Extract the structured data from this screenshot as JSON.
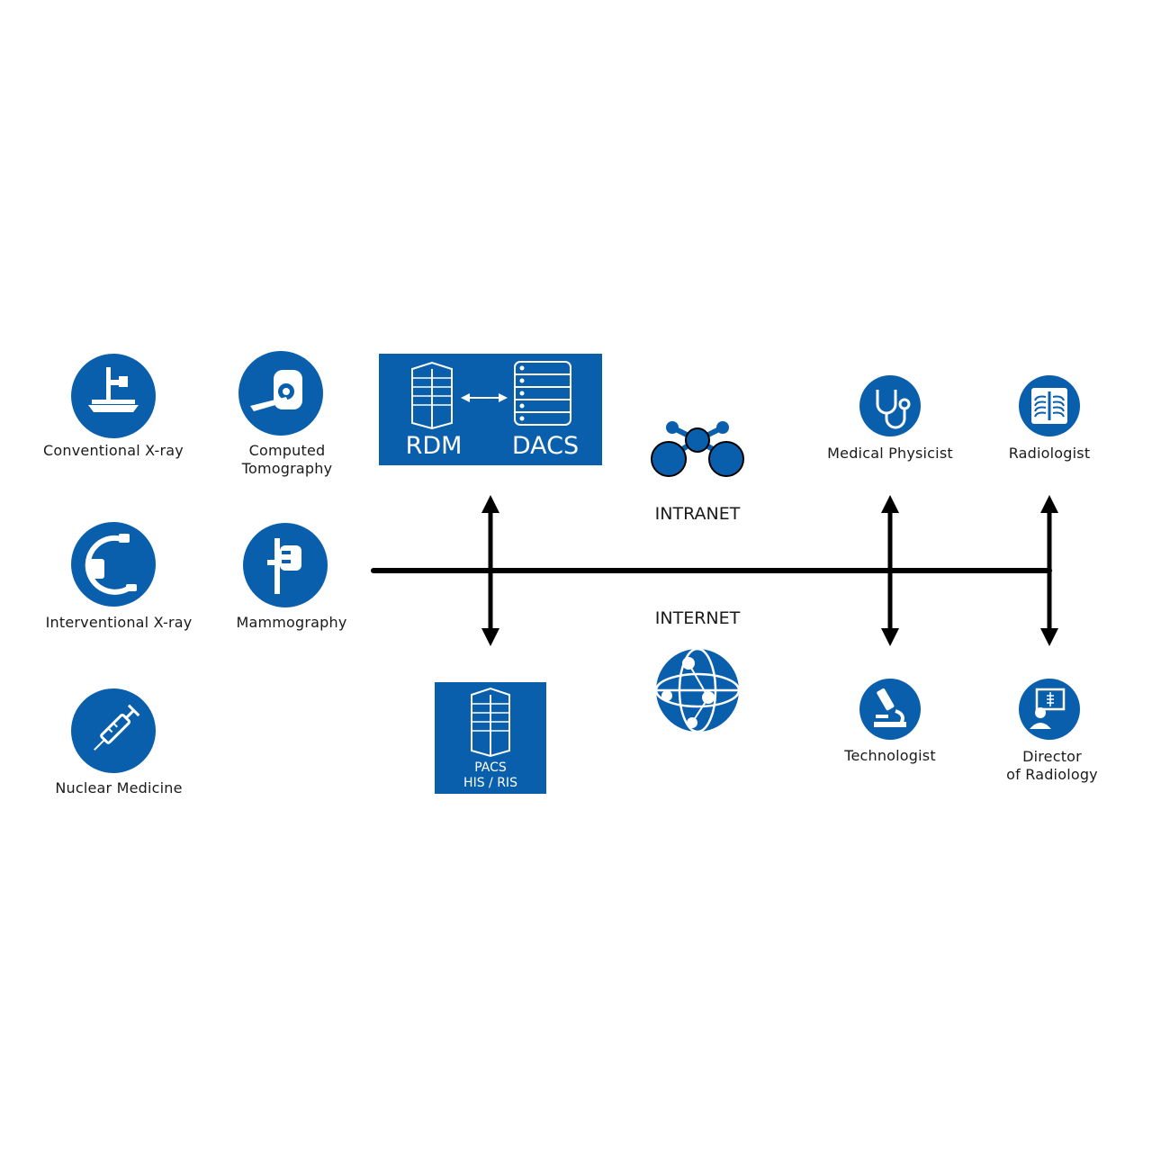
{
  "colors": {
    "accent": "#0a5fad",
    "line": "#000000",
    "text": "#1a1a1a",
    "background": "#ffffff"
  },
  "modalities": [
    {
      "icon": "xray-table-icon",
      "lines": [
        "Conventional X-ray"
      ]
    },
    {
      "icon": "ct-scanner-icon",
      "lines": [
        "Computed",
        "Tomography"
      ]
    },
    {
      "icon": "c-arm-icon",
      "lines": [
        "Interventional X-ray"
      ]
    },
    {
      "icon": "mammography-icon",
      "lines": [
        "Mammography"
      ]
    },
    {
      "icon": "syringe-icon",
      "lines": [
        "Nuclear Medicine"
      ]
    }
  ],
  "servers": {
    "rdm_dacs": {
      "left": "RDM",
      "right": "DACS",
      "icons": [
        "server-icon",
        "database-icon",
        "double-arrow-icon"
      ]
    },
    "pacs": {
      "lines": [
        "PACS",
        "HIS / RIS"
      ],
      "icon": "server-icon"
    }
  },
  "networks": {
    "intranet": {
      "label": "INTRANET",
      "icon": "network-nodes-icon"
    },
    "internet": {
      "label": "INTERNET",
      "icon": "globe-icon"
    }
  },
  "users": [
    {
      "icon": "stethoscope-icon",
      "lines": [
        "Medical Physicist"
      ]
    },
    {
      "icon": "chest-xray-icon",
      "lines": [
        "Radiologist"
      ]
    },
    {
      "icon": "microscope-icon",
      "lines": [
        "Technologist"
      ]
    },
    {
      "icon": "doctor-monitor-icon",
      "lines": [
        "Director",
        "of Radiology"
      ]
    }
  ]
}
